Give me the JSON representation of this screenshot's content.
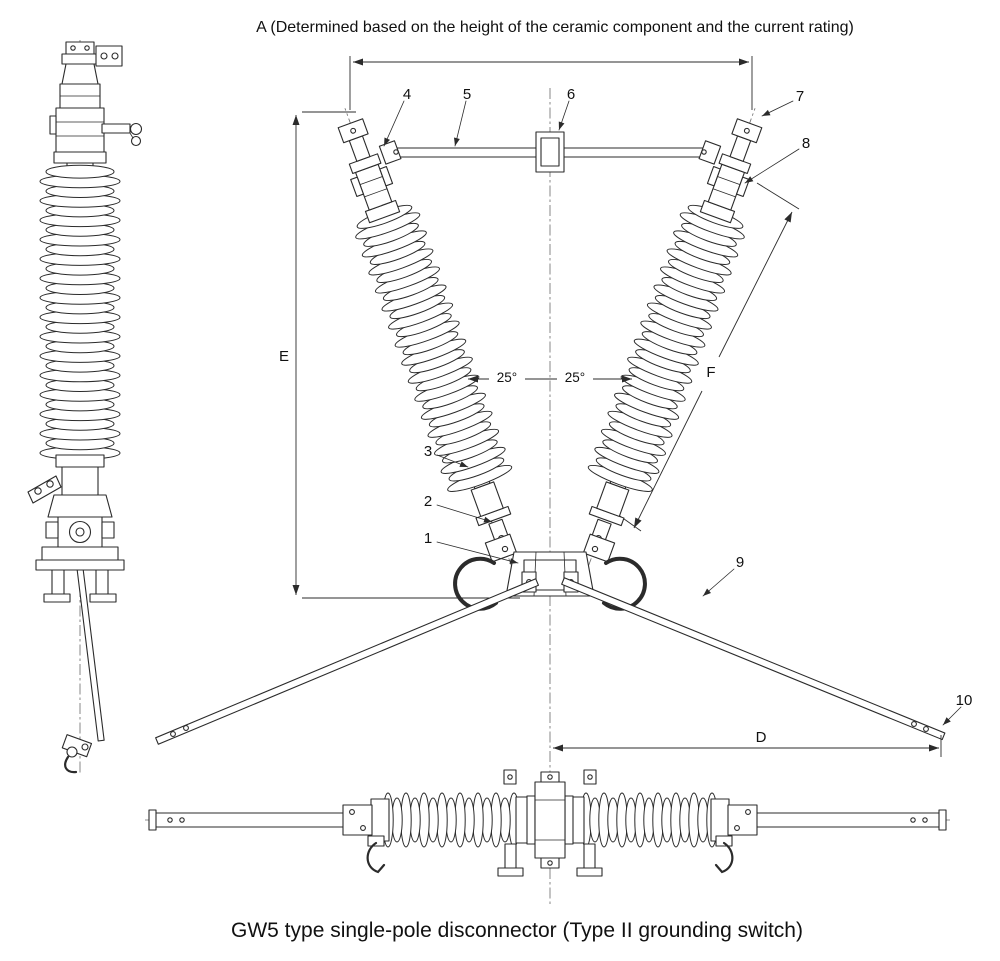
{
  "colors": {
    "line": "#2b2b2b",
    "background": "#ffffff",
    "text": "#111111"
  },
  "annotations": {
    "dimension_note_a": "A (Determined based on the height of the ceramic component and the current rating)",
    "caption": "GW5 type single-pole disconnector (Type II grounding switch)",
    "dimension_labels": {
      "E": "E",
      "F": "F",
      "D": "D"
    },
    "angle_labels": {
      "left": "25°",
      "right": "25°"
    },
    "part_numbers": {
      "1": "1",
      "2": "2",
      "3": "3",
      "4": "4",
      "5": "5",
      "6": "6",
      "7": "7",
      "8": "8",
      "9": "9",
      "10": "10"
    }
  }
}
